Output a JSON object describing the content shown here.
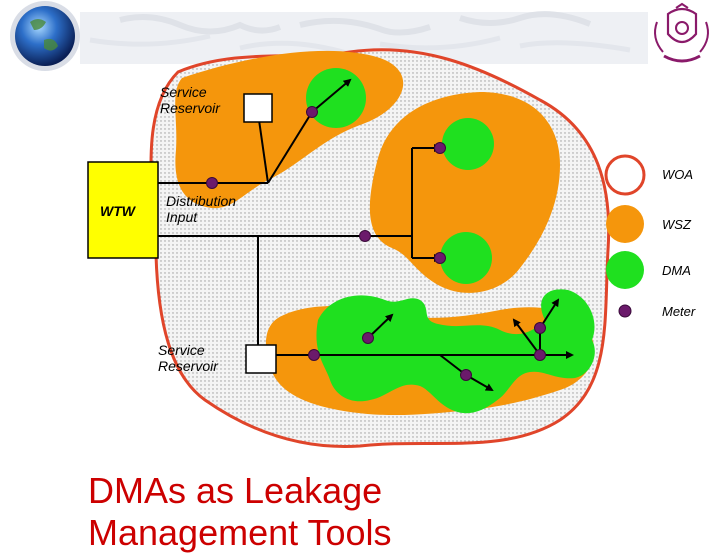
{
  "title": "DMAs as Leakage Management Tools",
  "labels": {
    "service_reservoir_top": "Service\nReservoir",
    "service_reservoir_bottom": "Service\nReservoir",
    "wtw": "WTW",
    "distribution_input": "Distribution\nInput"
  },
  "legend": [
    {
      "key": "woa",
      "label": "WOA",
      "fill": "#ffffff",
      "stroke": "#e0452a"
    },
    {
      "key": "wsz",
      "label": "WSZ",
      "fill": "#f5960c",
      "stroke": "#f5960c"
    },
    {
      "key": "dma",
      "label": "DMA",
      "fill": "#1fe01f",
      "stroke": "#1fe01f"
    },
    {
      "key": "meter",
      "label": "Meter",
      "fill": "#6b1a6b",
      "stroke": "#3a0a3a"
    }
  ],
  "colors": {
    "woa_border": "#e0452a",
    "wsz": "#f5960c",
    "dma": "#1fe01f",
    "meter": "#6b1a6b",
    "wtw_fill": "#ffff00",
    "title": "#cc0000"
  },
  "icons": {
    "globe": "globe-icon",
    "crest": "university-crest-icon"
  }
}
